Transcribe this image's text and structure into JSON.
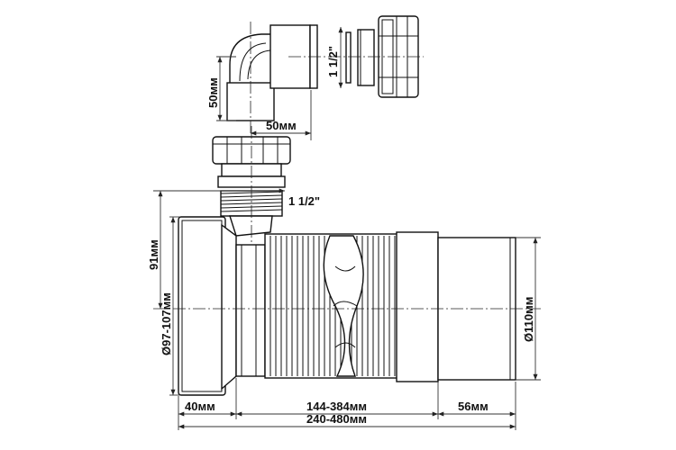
{
  "labels": {
    "elbow_height": "50мм",
    "elbow_width": "50мм",
    "elbow_thread": "1 1/2\"",
    "outlet_thread": "1 1/2\"",
    "height_91": "91мм",
    "socket_diameter": "Ø97-107мм",
    "pipe_diameter": "Ø110мм",
    "socket_len": "40мм",
    "corrugated_len": "144-384мм",
    "end_len": "56мм",
    "total_len": "240-480мм"
  }
}
